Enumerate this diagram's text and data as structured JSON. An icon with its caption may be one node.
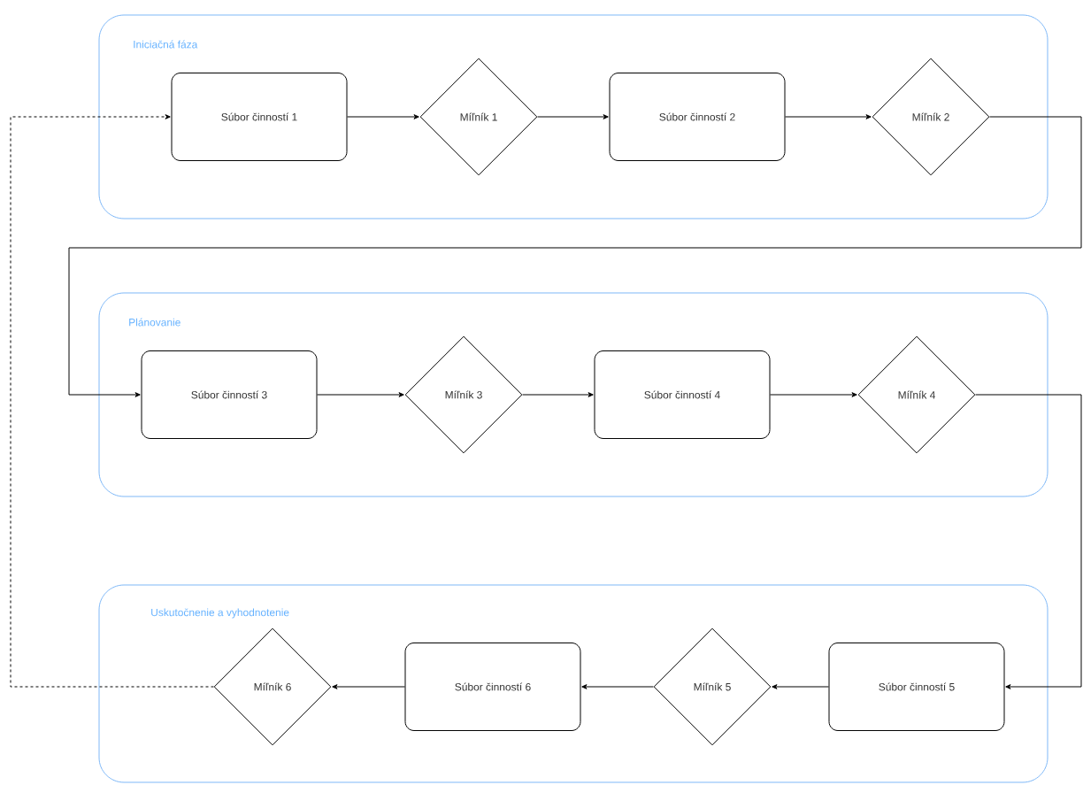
{
  "diagram": {
    "nodes": [
      {
        "text": [
          "Iniciačná fáza"
        ]
      },
      {
        "text": [
          "Súbor činností 1"
        ],
        "in": 0
      },
      {
        "text": [
          "Míľník 1"
        ],
        "in": 0
      },
      {
        "text": [
          "Súbor činností 2"
        ],
        "in": 0
      },
      {
        "text": [
          "Míľník 2"
        ],
        "in": 0
      },
      {
        "text": [
          "Plánovanie"
        ]
      },
      {
        "text": [
          "Súbor činností 3"
        ],
        "in": 5
      },
      {
        "text": [
          "Míľník 3"
        ],
        "in": 5
      },
      {
        "text": [
          "Súbor činností 4"
        ],
        "in": 5
      },
      {
        "text": [
          "Míľník 4"
        ],
        "in": 5
      },
      {
        "text": [
          "Uskutočnenie a vyhodnotenie"
        ]
      },
      {
        "text": [
          "Míľník 6"
        ],
        "in": 10
      },
      {
        "text": [
          "Súbor činností 6"
        ],
        "in": 10
      },
      {
        "text": [
          "Míľník 5"
        ],
        "in": 10
      },
      {
        "text": [
          "Súbor činností 5"
        ],
        "in": 10
      }
    ],
    "edges": [
      {
        "from": 1,
        "to": 2,
        "arrow": "to"
      },
      {
        "from": 2,
        "to": 3,
        "arrow": "to"
      },
      {
        "from": 3,
        "to": 4,
        "arrow": "to"
      },
      {
        "from": 4,
        "to": 6,
        "arrow": "to"
      },
      {
        "from": 6,
        "to": 7,
        "arrow": "to"
      },
      {
        "from": 7,
        "to": 8,
        "arrow": "to"
      },
      {
        "from": 8,
        "to": 9,
        "arrow": "to"
      },
      {
        "from": 9,
        "to": 14,
        "arrow": "to"
      },
      {
        "from": 14,
        "to": 13,
        "arrow": "to"
      },
      {
        "from": 13,
        "to": 12,
        "arrow": "to"
      },
      {
        "from": 12,
        "to": 11,
        "arrow": "to"
      },
      {
        "from": 11,
        "to": 1,
        "arrow": "to",
        "style": "dashed"
      }
    ]
  }
}
